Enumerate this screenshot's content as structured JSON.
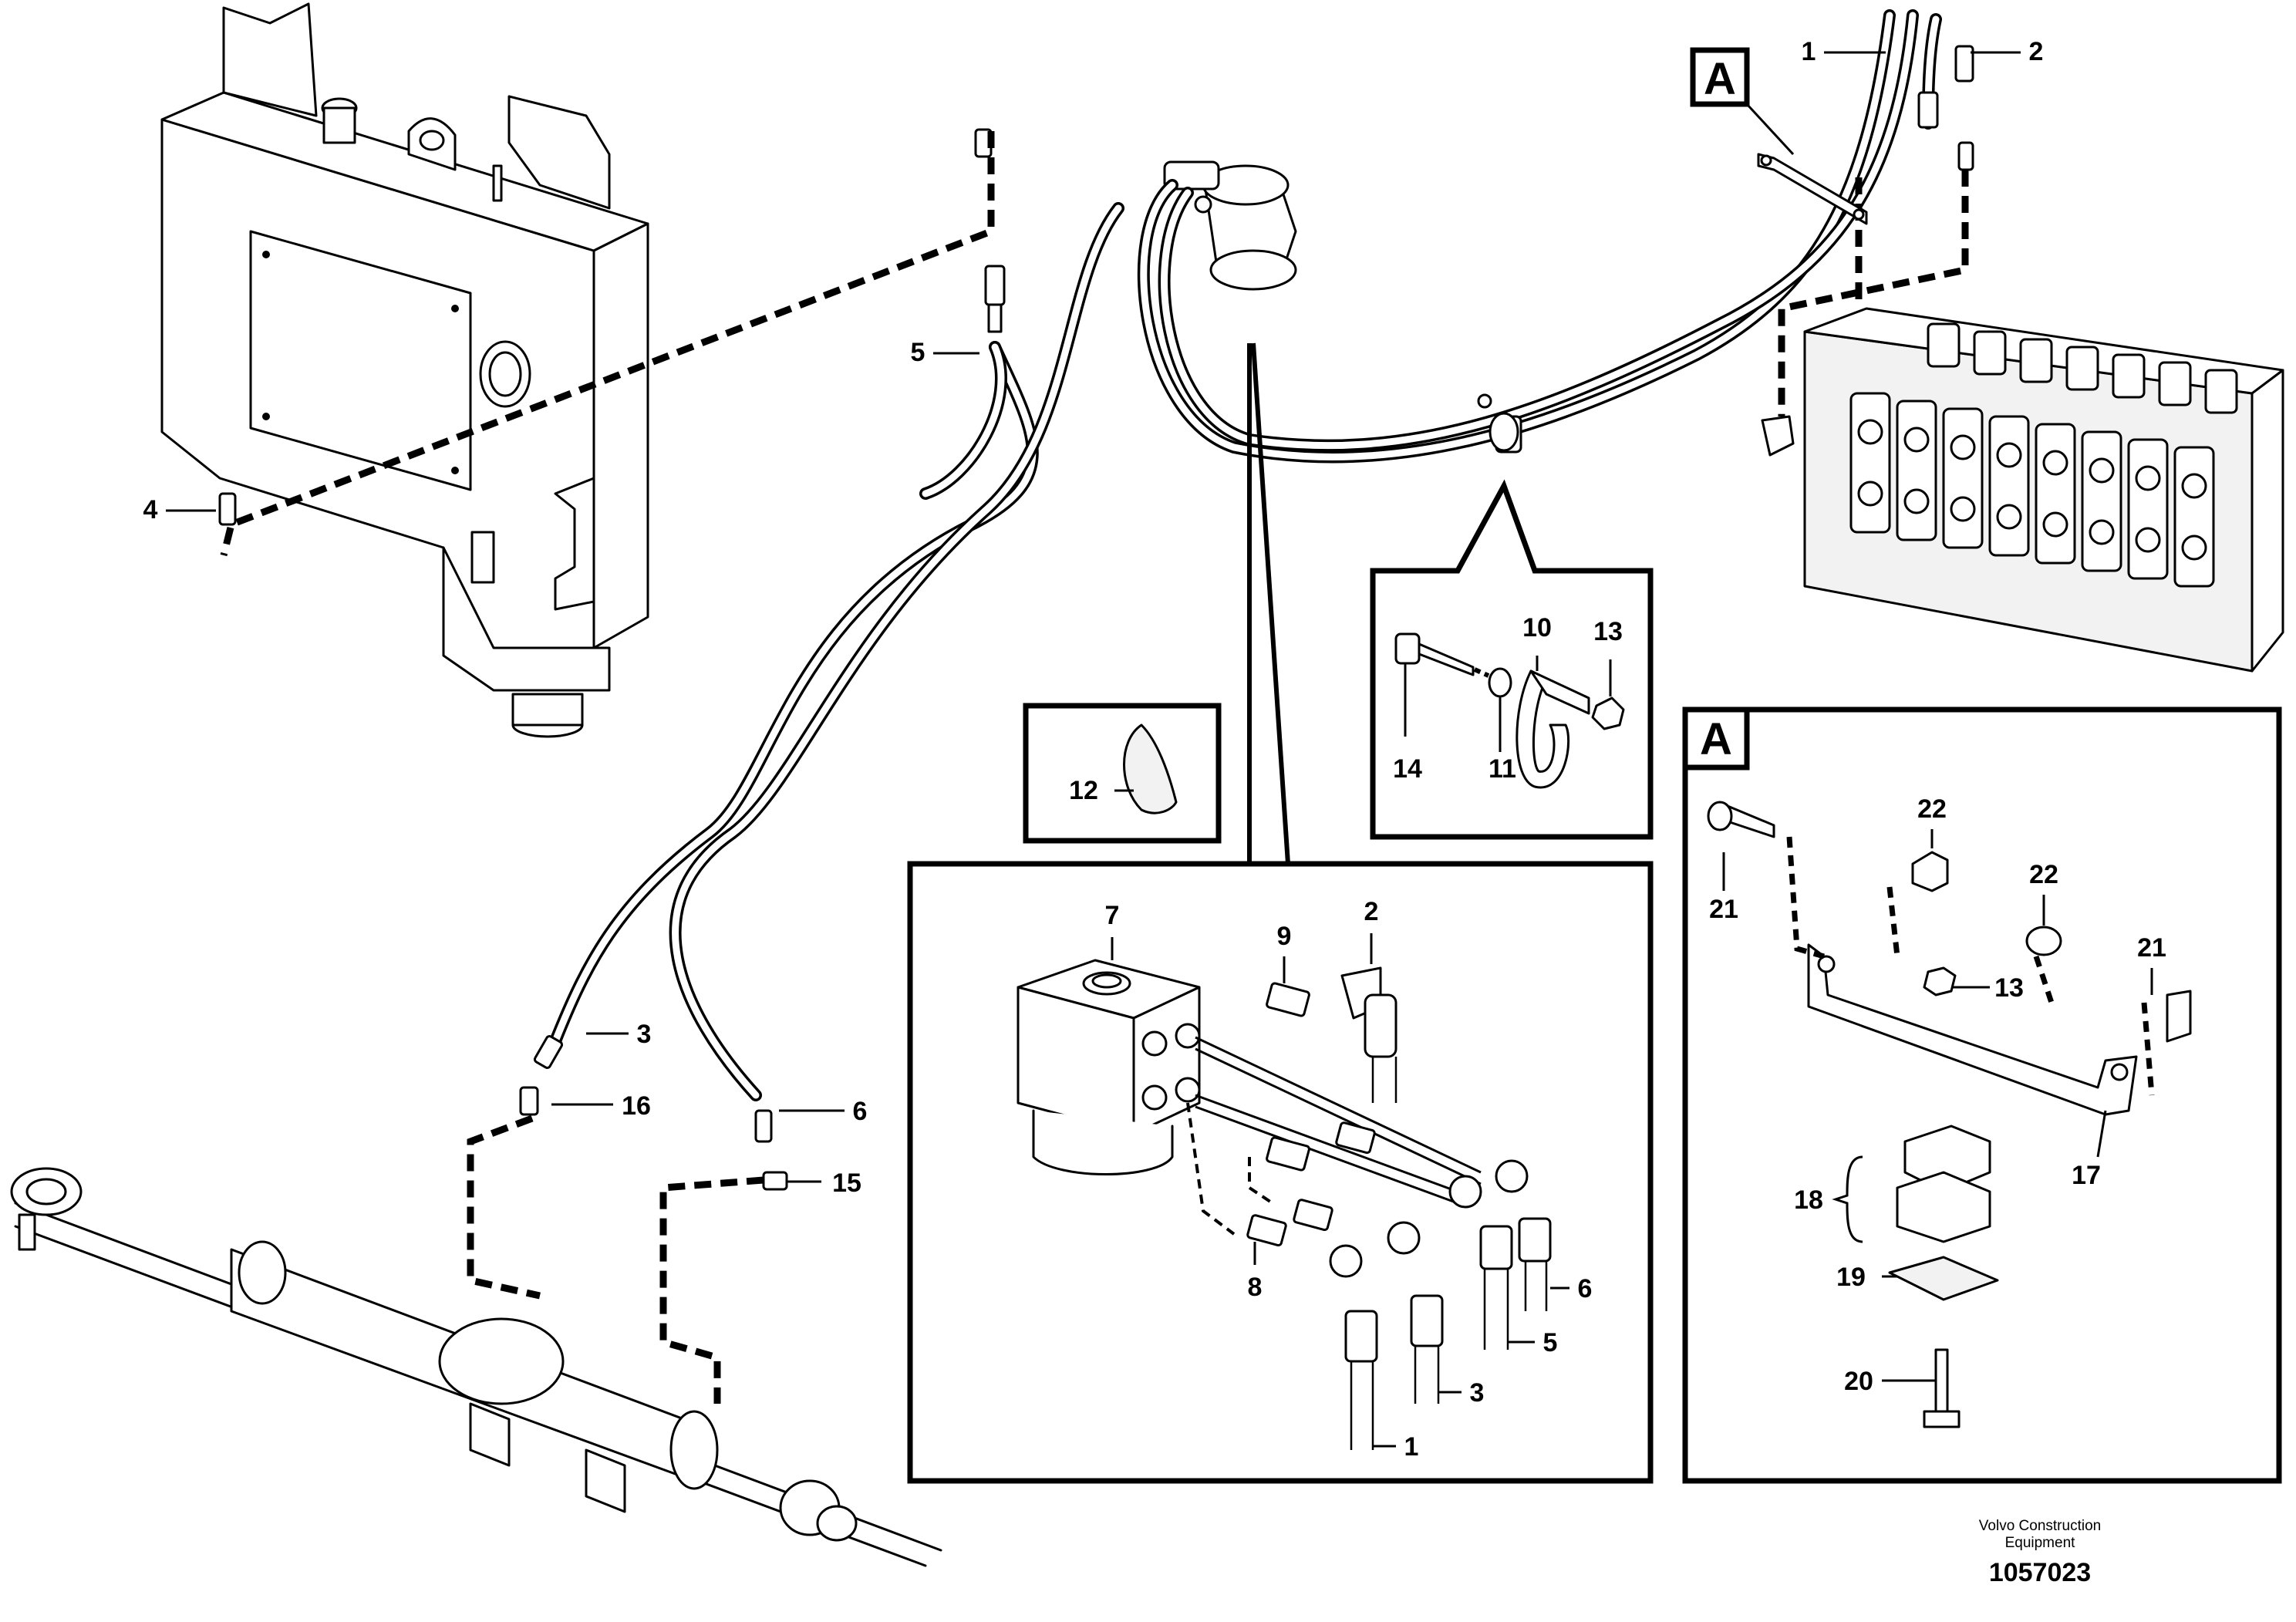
{
  "diagram": {
    "view_letter": "A",
    "callouts": {
      "c1": "1",
      "c2": "2",
      "c3": "3",
      "c4": "4",
      "c5": "5",
      "c6": "6",
      "c7": "7",
      "c8": "8",
      "c9": "9",
      "c10": "10",
      "c11": "11",
      "c12": "12",
      "c13": "13",
      "c14": "14",
      "c15": "15",
      "c16": "16",
      "c17": "17",
      "c18": "18",
      "c19": "19",
      "c20": "20",
      "c21": "21",
      "c22": "22"
    },
    "footer": {
      "brand_line1": "Volvo Construction",
      "brand_line2": "Equipment",
      "drawing_number": "1057023"
    }
  }
}
